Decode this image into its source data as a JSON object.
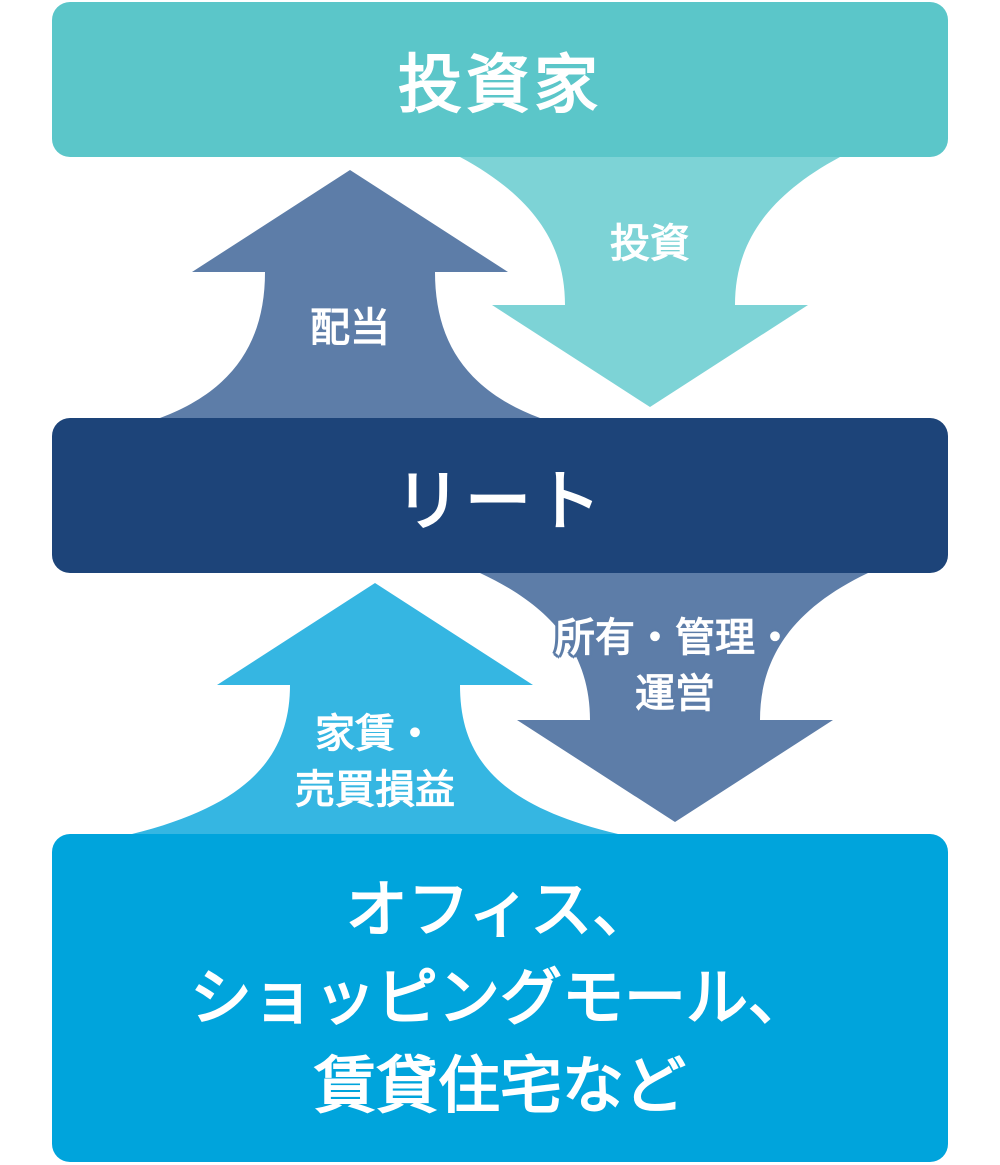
{
  "boxes": {
    "investor": "投資家",
    "reit": "リート",
    "property_line1": "オフィス、",
    "property_line2": "ショッピングモール、",
    "property_line3": "賃貸住宅など"
  },
  "arrows": {
    "investment": "投資",
    "dividend": "配当",
    "ownership_line1": "所有・管理・",
    "ownership_line2": "運営",
    "rent_line1": "家賃・",
    "rent_line2": "売買損益"
  },
  "colors": {
    "investor_box": "#5bc6c9",
    "investment_arrow": "#7dd3d6",
    "dividend_arrow": "#5d7da8",
    "reit_box": "#1d4479",
    "ownership_arrow": "#5d7da8",
    "rent_arrow": "#35b6e2",
    "property_box": "#00a4dc"
  }
}
